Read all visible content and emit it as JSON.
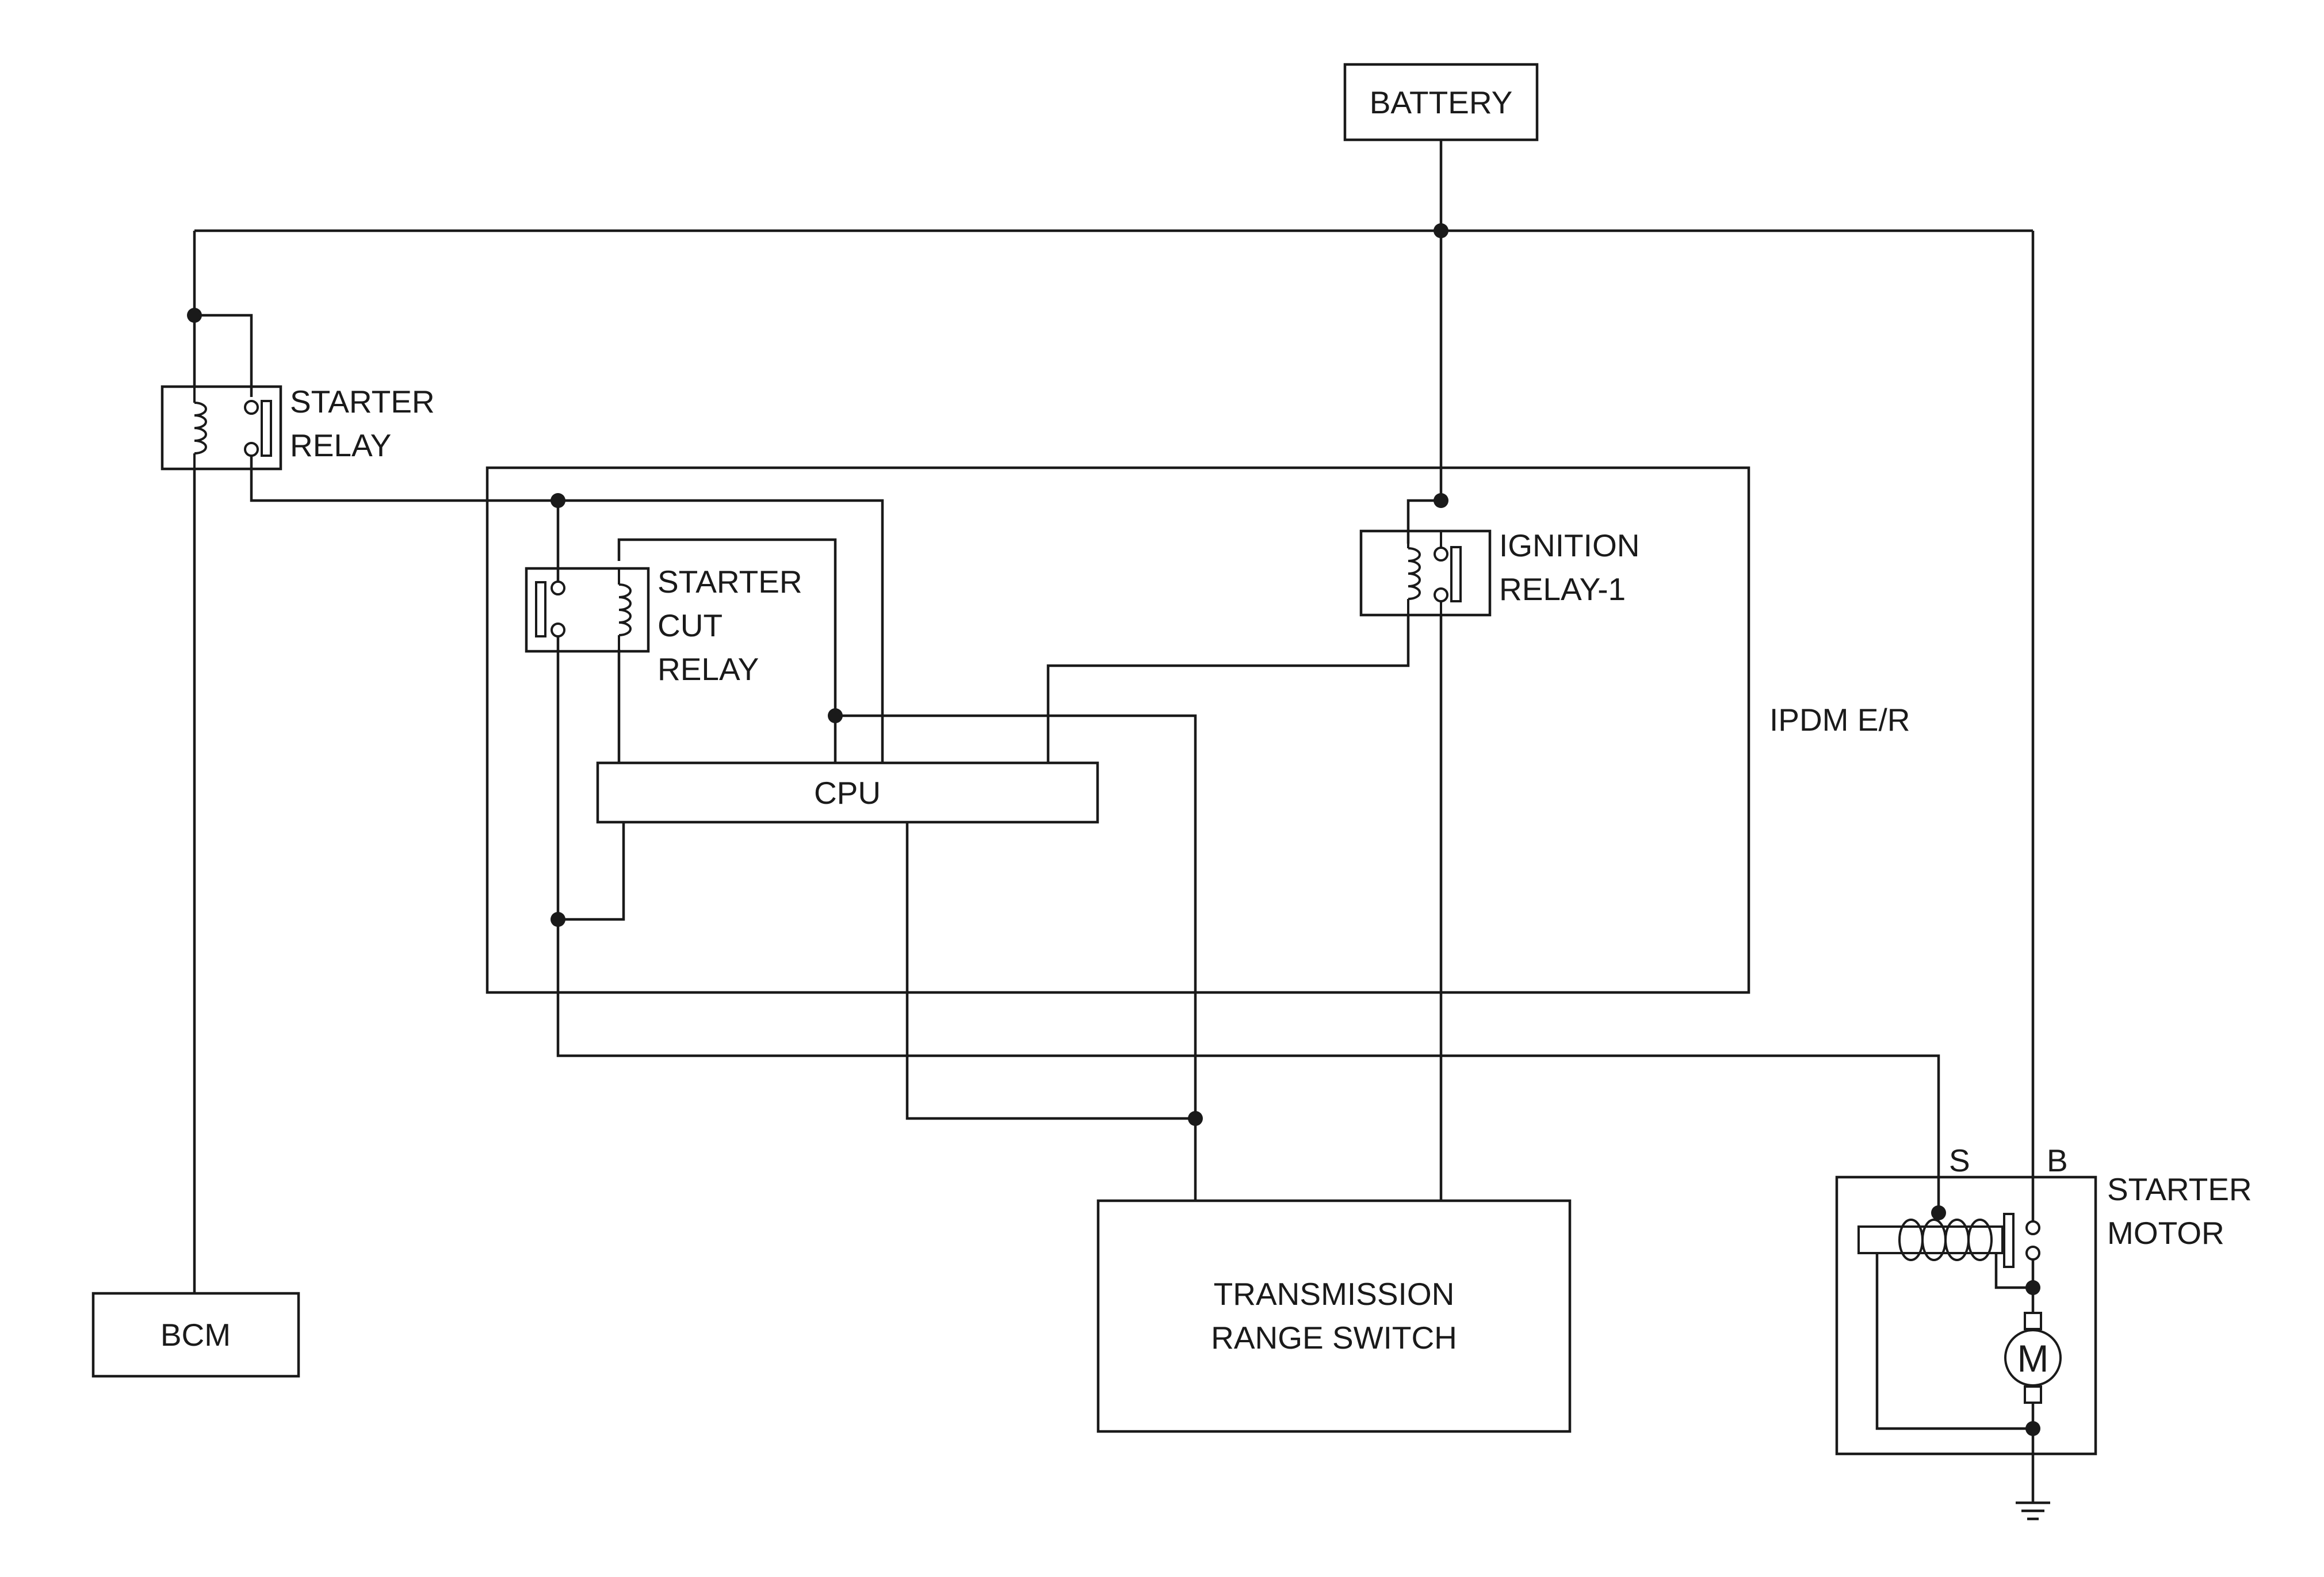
{
  "labels": {
    "battery": "BATTERY",
    "starter_relay": [
      "STARTER",
      "RELAY"
    ],
    "starter_cut_relay": [
      "STARTER",
      "CUT",
      "RELAY"
    ],
    "ignition_relay": [
      "IGNITION",
      "RELAY-1"
    ],
    "ipdm": "IPDM E/R",
    "cpu": "CPU",
    "bcm": "BCM",
    "transmission_range_switch": [
      "TRANSMISSION",
      "RANGE SWITCH"
    ],
    "starter_motor": [
      "STARTER",
      "MOTOR"
    ],
    "terminal_s": "S",
    "terminal_b": "B",
    "motor_symbol": "M"
  },
  "icons": [
    "relay-coil-icon",
    "relay-contact-icon",
    "motor-icon",
    "ground-icon",
    "solenoid-icon"
  ]
}
